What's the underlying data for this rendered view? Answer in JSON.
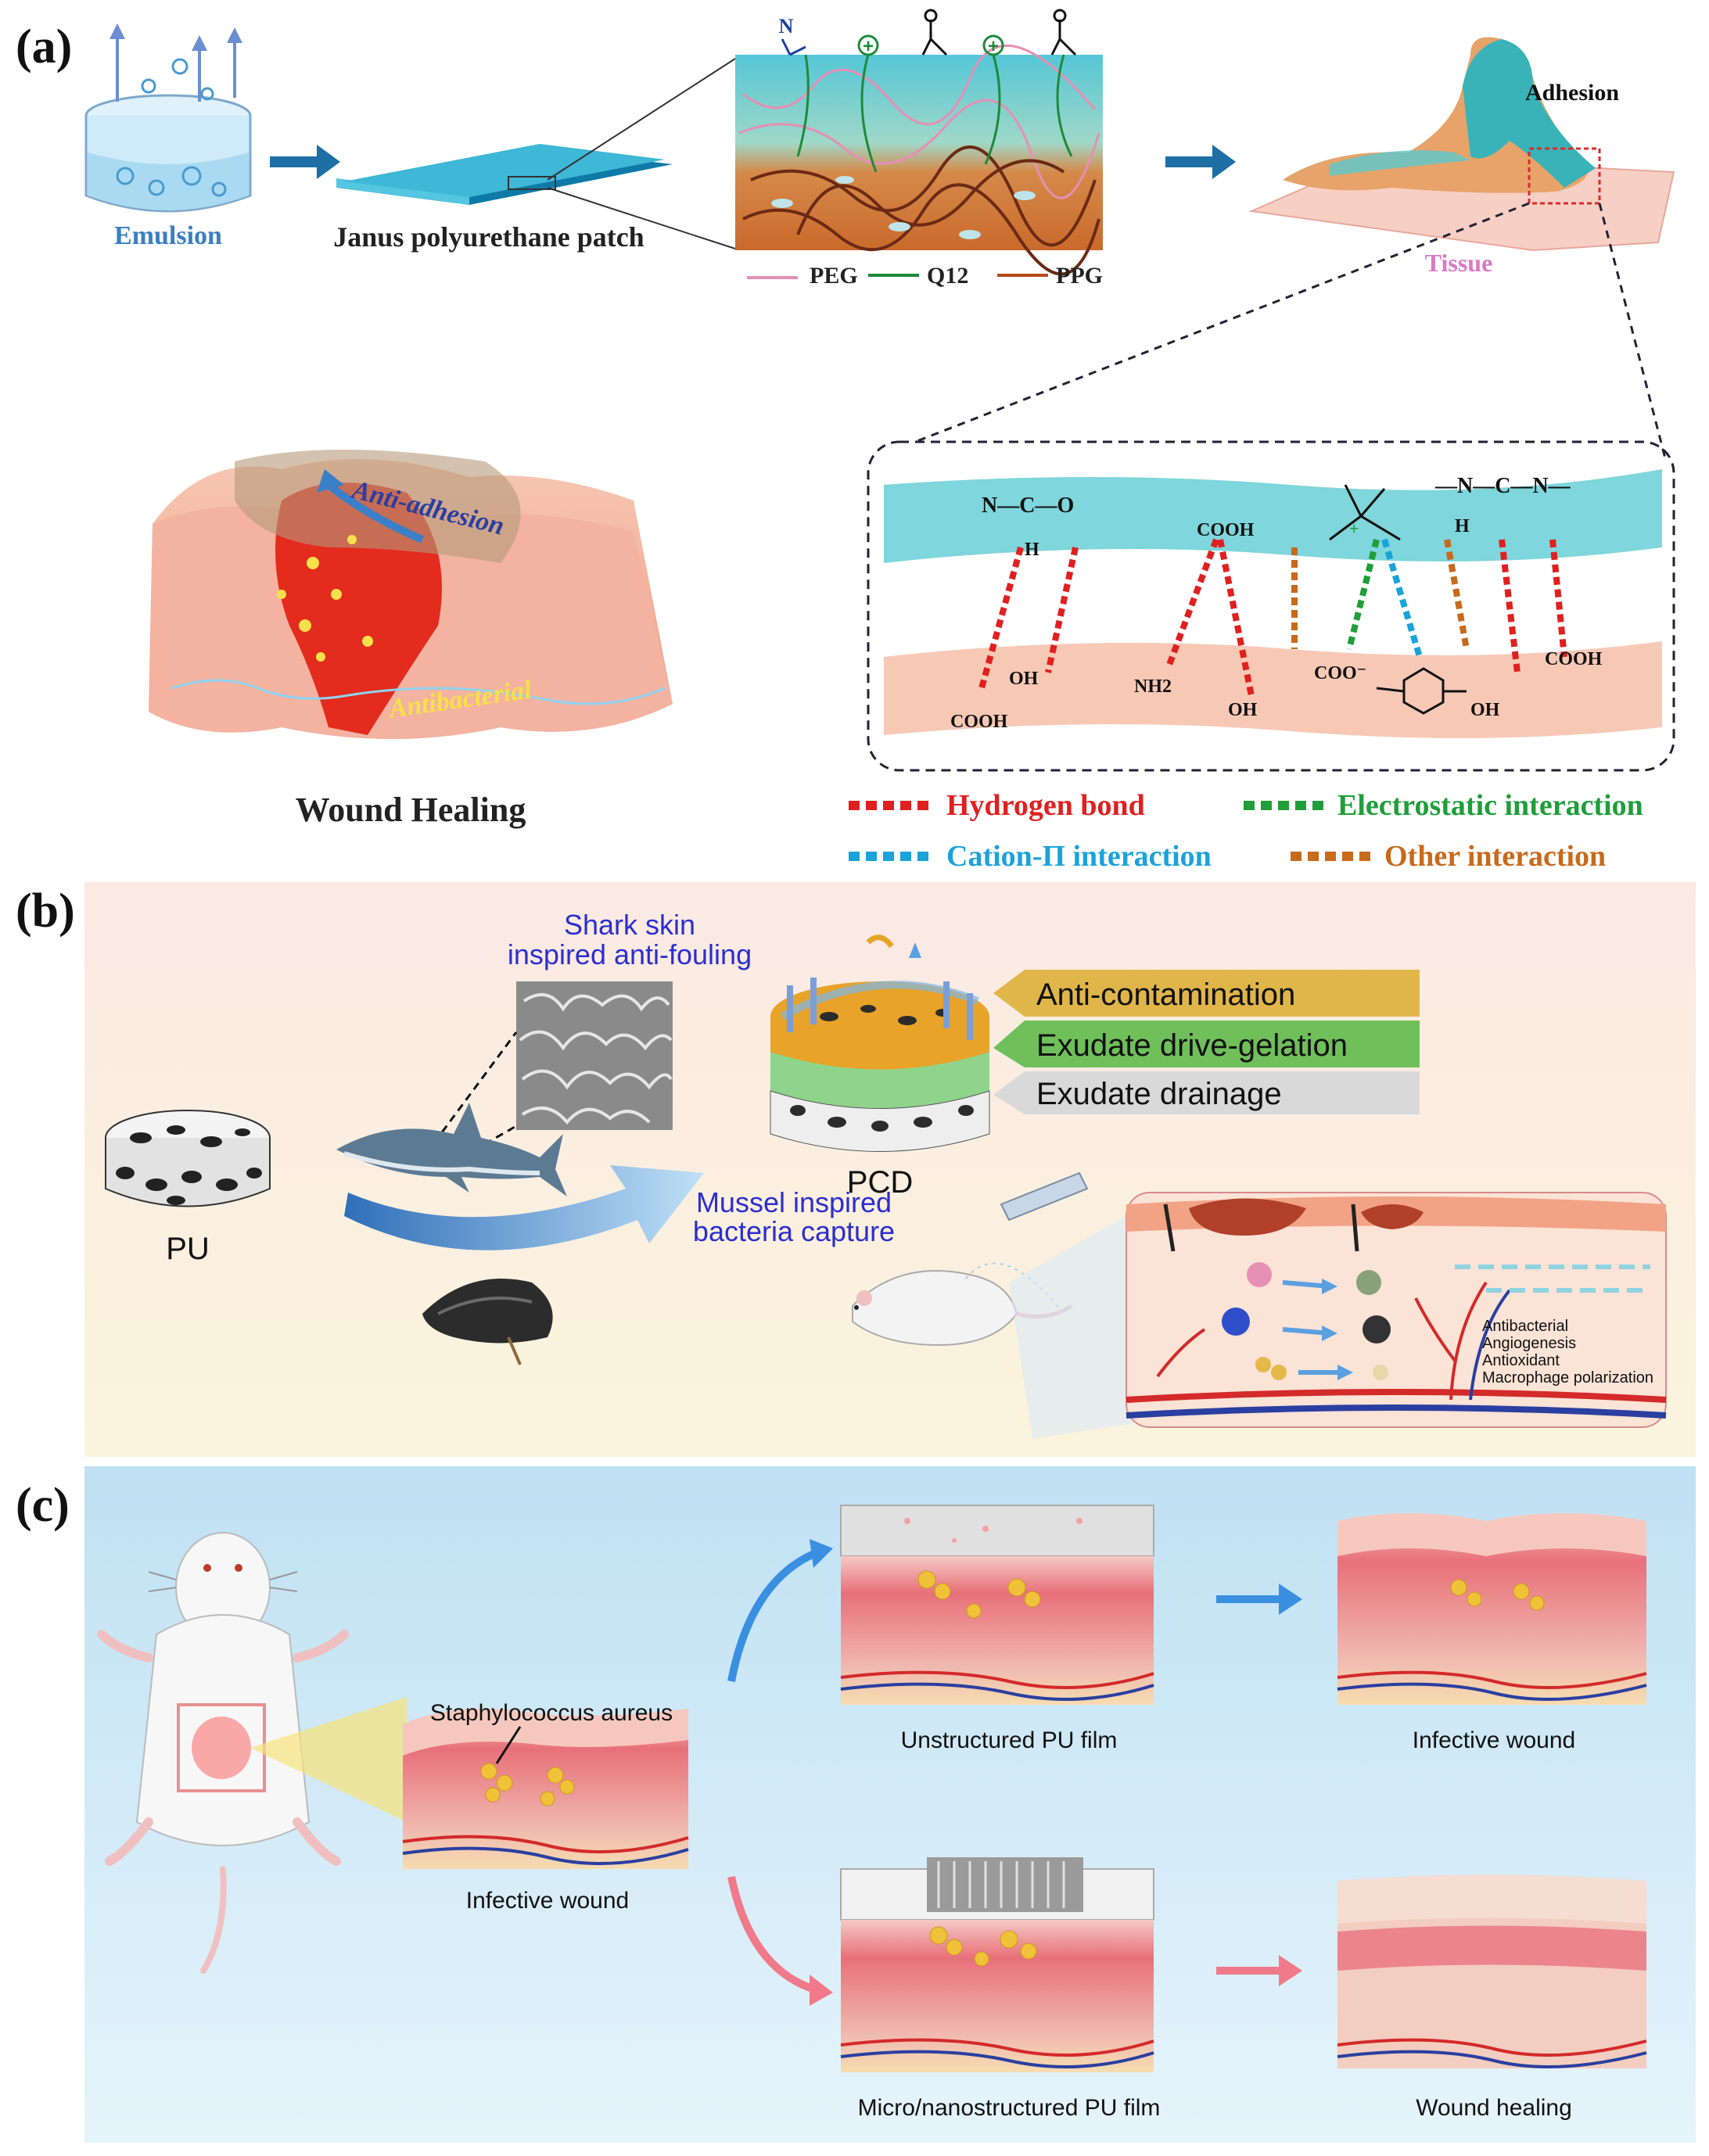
{
  "panels": {
    "a": {
      "label": "(a)",
      "emulsion": "Emulsion",
      "patch": "Janus polyurethane patch",
      "legend": [
        "PEG",
        "Q12",
        "PPG"
      ],
      "tissue": "Tissue",
      "adhesion": "Adhesion",
      "anti_adhesion": "Anti-adhesion",
      "antibacterial": "Antibacterial",
      "wound_healing": "Wound Healing",
      "chem": {
        "top_left": "N—C—O",
        "top_h": "H",
        "top_cooh": "COOH",
        "top_amide_h": "H",
        "bottom_oh1": "OH",
        "bottom_nh2": "NH2",
        "bottom_oh2": "OH",
        "bottom_coo": "COO⁻",
        "bottom_oh3": "OH",
        "bottom_cooh1": "COOH",
        "bottom_cooh2": "COOH",
        "plus": "+",
        "minus": "−"
      },
      "interactions": [
        {
          "label": "Hydrogen bond",
          "color": "#e02020"
        },
        {
          "label": "Electrostatic  interaction",
          "color": "#1f9e3a"
        },
        {
          "label": "Cation-Π interaction",
          "color": "#1aa3d9"
        },
        {
          "label": "Other interaction",
          "color": "#c86a1c"
        }
      ]
    },
    "b": {
      "label": "(b)",
      "shark": "Shark skin",
      "shark2": "inspired anti-fouling",
      "pcd": "PCD",
      "pu": "PU",
      "mussel": "Mussel inspired",
      "mussel2": "bacteria capture",
      "bands": [
        {
          "label": "Anti-contamination",
          "color": "#e0b54a"
        },
        {
          "label": "Exudate drive-gelation",
          "color": "#6fbf5a"
        },
        {
          "label": "Exudate drainage",
          "color": "#d9d9d9"
        }
      ],
      "effects": [
        "Antibacterial",
        "Angiogenesis",
        "Antioxidant",
        "Macrophage polarization"
      ]
    },
    "c": {
      "label": "(c)",
      "staph": "Staphylococcus aureus",
      "infective": "Infective wound",
      "unstructured": "Unstructured PU film",
      "infective2": "Infective wound",
      "micro": "Micro/nanostructured PU film",
      "healing": "Wound healing"
    }
  }
}
